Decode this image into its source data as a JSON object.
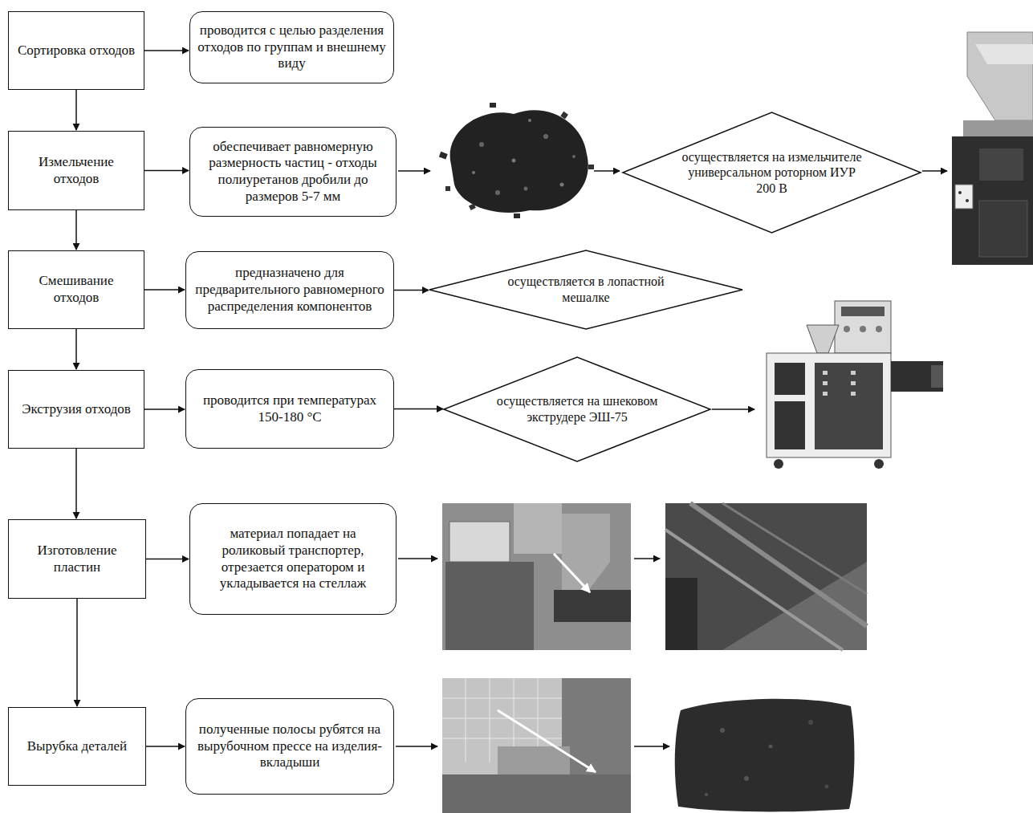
{
  "diagram": {
    "nodes": [
      {
        "text": [
          "Сортировка отходов"
        ]
      },
      {
        "text": [
          "проводится с целью разделения отходов по группам и внешнему виду"
        ]
      },
      {
        "text": [
          "Измельчение отходов"
        ]
      },
      {
        "text": [
          "обеспечивает равномерную размерность частиц - отходы полиуретанов дробили до размеров 5-7 мм"
        ]
      },
      {
        "text": [
          "осуществляется на измельчителе универсальном роторном ИУР 200 В"
        ]
      },
      {
        "text": [
          "Смешивание отходов"
        ]
      },
      {
        "text": [
          "предназначено для предварительного равномерного распределения компонентов"
        ]
      },
      {
        "text": [
          "осуществляется в лопастной мешалке"
        ]
      },
      {
        "text": [
          "Экструзия отходов"
        ]
      },
      {
        "text": [
          "проводится при температурах 150-180 °С"
        ]
      },
      {
        "text": [
          "осуществляется на шнековом экструдере ЭШ-75"
        ]
      },
      {
        "text": [
          "Изготовление пластин"
        ]
      },
      {
        "text": [
          "материал попадает на роликовый транспортер, отрезается оператором и укладывается на стеллаж"
        ]
      },
      {
        "text": [
          "Вырубка деталей"
        ]
      },
      {
        "text": [
          "полученные полосы рубятся на вырубочном прессе на изделия-вкладыши"
        ]
      }
    ],
    "edges": [
      {
        "from": 0,
        "to": 1,
        "arrow": "to"
      },
      {
        "from": 0,
        "to": 2,
        "arrow": "to"
      },
      {
        "from": 2,
        "to": 3,
        "arrow": "to"
      },
      {
        "from": 2,
        "to": 5,
        "arrow": "to"
      },
      {
        "from": 5,
        "to": 6,
        "arrow": "to"
      },
      {
        "from": 6,
        "to": 7,
        "arrow": "to"
      },
      {
        "from": 5,
        "to": 8,
        "arrow": "to"
      },
      {
        "from": 8,
        "to": 9,
        "arrow": "to"
      },
      {
        "from": 9,
        "to": 10,
        "arrow": "to"
      },
      {
        "from": 8,
        "to": 11,
        "arrow": "to"
      },
      {
        "from": 11,
        "to": 12,
        "arrow": "to"
      },
      {
        "from": 11,
        "to": 13,
        "arrow": "to"
      },
      {
        "from": 13,
        "to": 14,
        "arrow": "to"
      }
    ]
  }
}
